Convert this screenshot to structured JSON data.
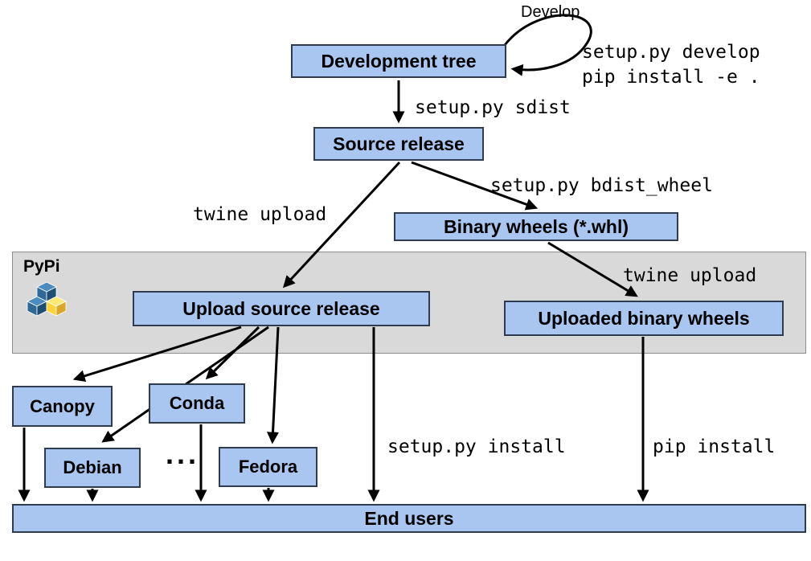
{
  "diagram": {
    "title_hint": "Python packaging and distribution flow",
    "nodes": {
      "development_tree": "Development tree",
      "source_release": "Source release",
      "binary_wheels": "Binary wheels (*.whl)",
      "upload_source_release": "Upload source release",
      "uploaded_binary_wheels": "Uploaded binary wheels",
      "canopy": "Canopy",
      "conda": "Conda",
      "debian": "Debian",
      "fedora": "Fedora",
      "end_users": "End users"
    },
    "pypi": {
      "label": "PyPi"
    },
    "ellipsis": "...",
    "edge_labels": {
      "develop": "Develop",
      "setup_develop": "setup.py develop",
      "pip_install_editable": "pip install -e .",
      "setup_sdist": "setup.py sdist",
      "twine_upload_source": "twine upload",
      "setup_bdist_wheel": "setup.py bdist_wheel",
      "twine_upload_wheels": "twine upload",
      "setup_install": "setup.py install",
      "pip_install": "pip install"
    },
    "colors": {
      "node_fill": "#a9c6f0",
      "node_border": "#2f3c50",
      "band_fill": "#d9d9d9",
      "band_border": "#8c8c8c",
      "arrow": "#000000",
      "pypi_blue": "#306998",
      "pypi_yellow": "#ffd43b"
    }
  }
}
